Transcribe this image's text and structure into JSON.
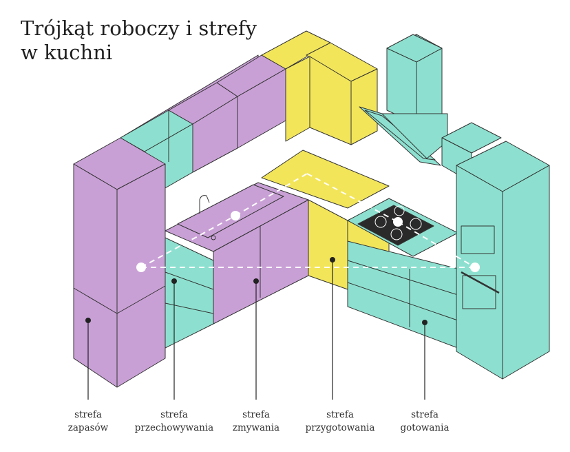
{
  "title": {
    "line1": "Trójkąt roboczy i strefy",
    "line2": "w kuchni"
  },
  "colors": {
    "purple": "#c9a0d6",
    "yellow": "#f2e55a",
    "teal": "#8de0cf",
    "outline": "#333333",
    "cooktop": "#2a2a2a",
    "triangle": "#ffffff"
  },
  "zones": [
    {
      "id": "storage",
      "line1": "strefa",
      "line2": "zapasów"
    },
    {
      "id": "keeping",
      "line1": "strefa",
      "line2": "przechowywania"
    },
    {
      "id": "washing",
      "line1": "strefa",
      "line2": "zmywania"
    },
    {
      "id": "prep",
      "line1": "strefa",
      "line2": "przygotowania"
    },
    {
      "id": "cooking",
      "line1": "strefa",
      "line2": "gotowania"
    }
  ],
  "work_triangle": {
    "vertices": [
      "fridge",
      "sink",
      "cooktop",
      "oven"
    ],
    "line_style": "dashed"
  },
  "icons": [
    "tap-icon",
    "cooktop-burner-icon",
    "oven-icon",
    "microwave-icon",
    "range-hood-icon"
  ]
}
